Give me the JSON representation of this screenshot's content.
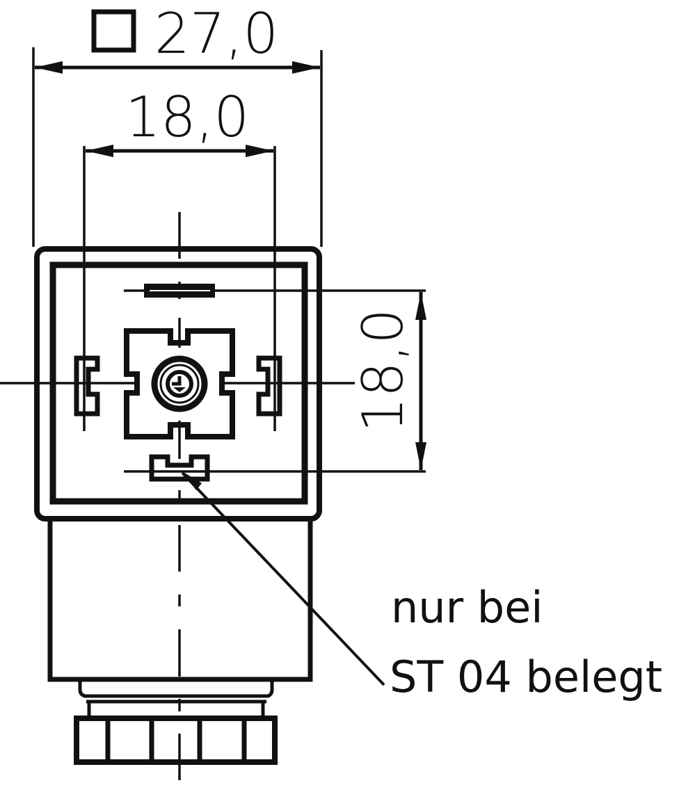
{
  "drawing": {
    "type": "technical-dimension-drawing",
    "subject": "valve connector front view",
    "line_color": "#111111",
    "background": "#ffffff"
  },
  "dimensions": {
    "overall_width": {
      "symbol": "square",
      "value": "27,0"
    },
    "contact_spacing_horizontal": {
      "value": "18,0"
    },
    "contact_spacing_vertical": {
      "value": "18,0"
    }
  },
  "annotation": {
    "line1": "nur bei",
    "line2": "ST 04 belegt"
  }
}
